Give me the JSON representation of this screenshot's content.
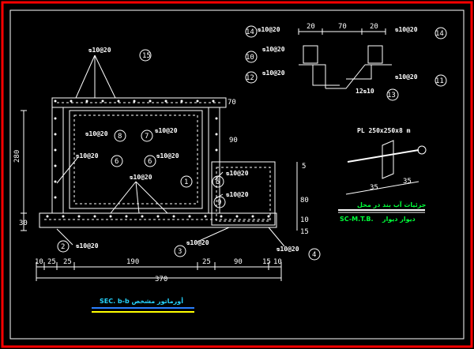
{
  "colors": {
    "frame": "#ff0000",
    "inner_frame": "#ffffff",
    "caption_blue": "#25d3ff",
    "caption_green": "#00ff3a",
    "underline_yellow": "#ffff00",
    "underline_blue": "#2a7fff"
  },
  "main_section": {
    "rebar_labels": [
      "ᴓ10@20",
      "ᴓ10@20",
      "ᴓ10@20",
      "ᴓ10@20",
      "ᴓ10@20",
      "ᴓ10@20",
      "ᴓ10@20",
      "ᴓ10@20",
      "ᴓ10@20",
      "ᴓ10@20"
    ],
    "markers": [
      "1",
      "2",
      "3",
      "4",
      "5",
      "6",
      "7",
      "8",
      "9",
      "10",
      "11",
      "12",
      "13",
      "14",
      "15"
    ],
    "left_dim": "280",
    "left_dim_bottom": "30",
    "top_right_dim": "70",
    "mid_right_dim": "90",
    "right_dims": [
      "5",
      "80",
      "10",
      "15"
    ],
    "bottom_dims_row1": [
      "10",
      "25",
      "25",
      "190",
      "25",
      "90",
      "15",
      "10"
    ],
    "bottom_total": "370"
  },
  "detail_top": {
    "dims": [
      "20",
      "70",
      "20"
    ],
    "labels": [
      "ᴓ10@20",
      "ᴓ10@20",
      "ᴓ10@20",
      "ᴓ10@20",
      "ᴓ10@20",
      "12ᴓ10"
    ]
  },
  "detail_right": {
    "note": "PL 250x250x8 m",
    "dims": [
      "35",
      "35"
    ],
    "caption": "جزئيات آب بند در محل",
    "sub_caption": "SC-M.T.B.",
    "sub_caption2": "ديوار ديوار"
  },
  "bottom_caption": "SEC. b-b أورماتور مشخص"
}
